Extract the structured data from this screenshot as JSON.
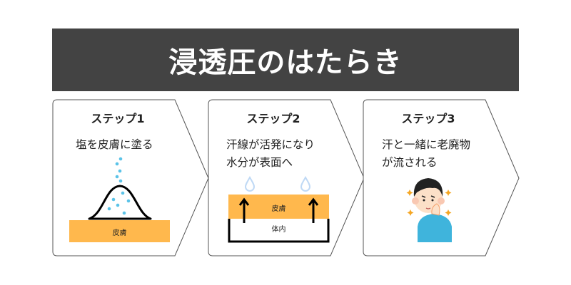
{
  "title": "浸透圧のはたらき",
  "steps": [
    {
      "title": "ステップ1",
      "lines": [
        "塩を皮膚に塗る"
      ],
      "skin_label": "皮膚"
    },
    {
      "title": "ステップ2",
      "lines": [
        "汗線が活発になり",
        "水分が表面へ"
      ],
      "skin_label": "皮膚",
      "body_label": "体内"
    },
    {
      "title": "ステップ3",
      "lines": [
        "汗と一緒に老廃物",
        "が流される"
      ]
    }
  ],
  "colors": {
    "title_bg": "#434343",
    "skin": "#FFB84D",
    "salt": "#5BC3E8",
    "drop": "#BFD9F5"
  }
}
